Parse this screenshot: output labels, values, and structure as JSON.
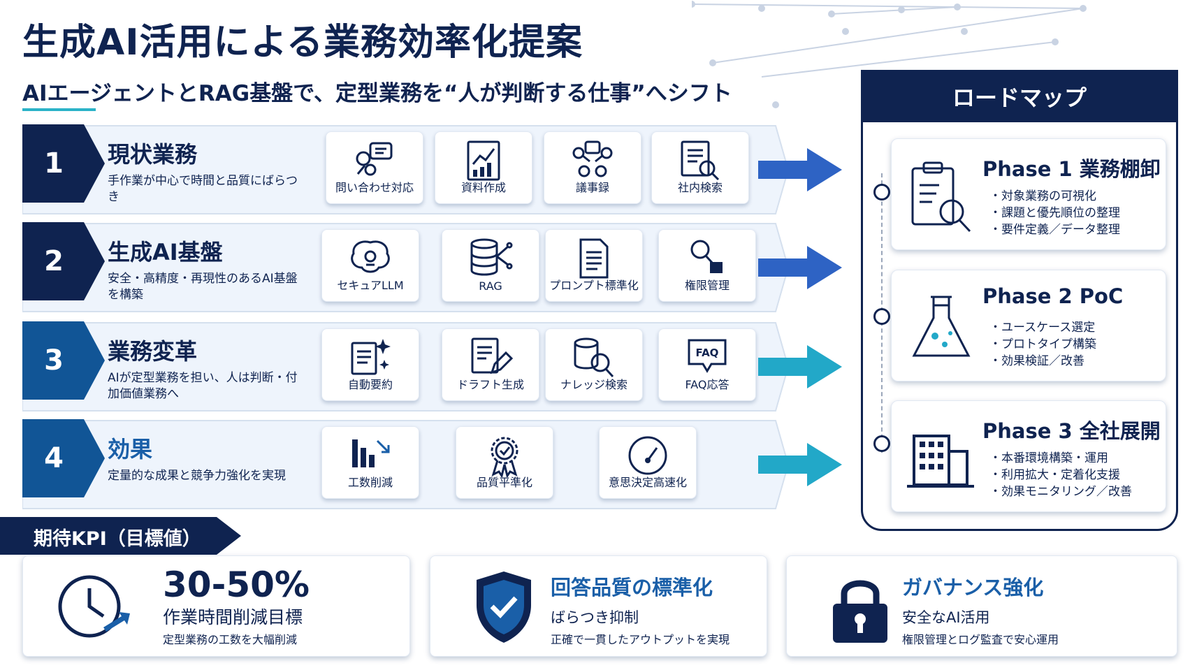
{
  "header": {
    "title": "生成AI活用による業務効率化提案",
    "subtitle": "AIエージェントとRAG基盤で、定型業務を“人が判断する仕事”へシフト"
  },
  "colors": {
    "navy": "#0f2350",
    "blue": "#2e63c4",
    "teal": "#22a8c8",
    "light_row": "#eef4fc"
  },
  "rows": [
    {
      "num": "1",
      "title": "現状業務",
      "desc": "手作業が中心で時間と品質にばらつき",
      "items": [
        {
          "label": "問い合わせ対応",
          "icon": "inquiry-icon"
        },
        {
          "label": "資料作成",
          "icon": "chart-document-icon"
        },
        {
          "label": "議事録",
          "icon": "meeting-icon"
        },
        {
          "label": "社内検索",
          "icon": "document-search-icon"
        }
      ]
    },
    {
      "num": "2",
      "title": "生成AI基盤",
      "desc": "安全・高精度・再現性のあるAI基盤を構築",
      "items": [
        {
          "label": "セキュアLLM",
          "icon": "brain-icon"
        },
        {
          "label": "RAG",
          "icon": "database-icon"
        },
        {
          "label": "プロンプト標準化",
          "icon": "document-icon"
        },
        {
          "label": "権限管理",
          "icon": "key-icon"
        }
      ]
    },
    {
      "num": "3",
      "title": "業務変革",
      "desc": "AIが定型業務を担い、人は判断・付加価値業務へ",
      "items": [
        {
          "label": "自動要約",
          "icon": "sparkle-document-icon"
        },
        {
          "label": "ドラフト生成",
          "icon": "edit-document-icon"
        },
        {
          "label": "ナレッジ検索",
          "icon": "database-search-icon"
        },
        {
          "label": "FAQ応答",
          "icon": "faq-icon",
          "icon_text": "FAQ"
        }
      ]
    },
    {
      "num": "4",
      "title": "効果",
      "desc": "定量的な成果と競争力強化を実現",
      "items": [
        {
          "label": "工数削減",
          "icon": "bar-decrease-icon"
        },
        {
          "label": "品質平準化",
          "icon": "badge-check-icon"
        },
        {
          "label": "意思決定高速化",
          "icon": "gauge-icon"
        }
      ]
    }
  ],
  "roadmap": {
    "title": "ロードマップ",
    "phases": [
      {
        "title": "Phase 1 業務棚卸",
        "icon": "clipboard-search-icon",
        "items": [
          "・対象業務の可視化",
          "・課題と優先順位の整理",
          "・要件定義／データ整理"
        ]
      },
      {
        "title": "Phase 2 PoC",
        "icon": "flask-icon",
        "items": [
          "・ユースケース選定",
          "・プロトタイプ構築",
          "・効果検証／改善"
        ]
      },
      {
        "title": "Phase 3 全社展開",
        "icon": "building-icon",
        "items": [
          "・本番環境構築・運用",
          "・利用拡大・定着化支援",
          "・効果モニタリング／改善"
        ]
      }
    ]
  },
  "kpi": {
    "heading": "期待KPI（目標値）",
    "cards": [
      {
        "big": "30-50%",
        "mid": "作業時間削減目標",
        "small": "定型業務の工数を大幅削減",
        "icon": "clock-arrow-icon"
      },
      {
        "big": "回答品質の標準化",
        "mid": "ばらつき抑制",
        "small": "正確で一貫したアウトプットを実現",
        "icon": "shield-check-icon"
      },
      {
        "big": "ガバナンス強化",
        "mid": "安全なAI活用",
        "small": "権限管理とログ監査で安心運用",
        "icon": "padlock-icon"
      }
    ]
  }
}
